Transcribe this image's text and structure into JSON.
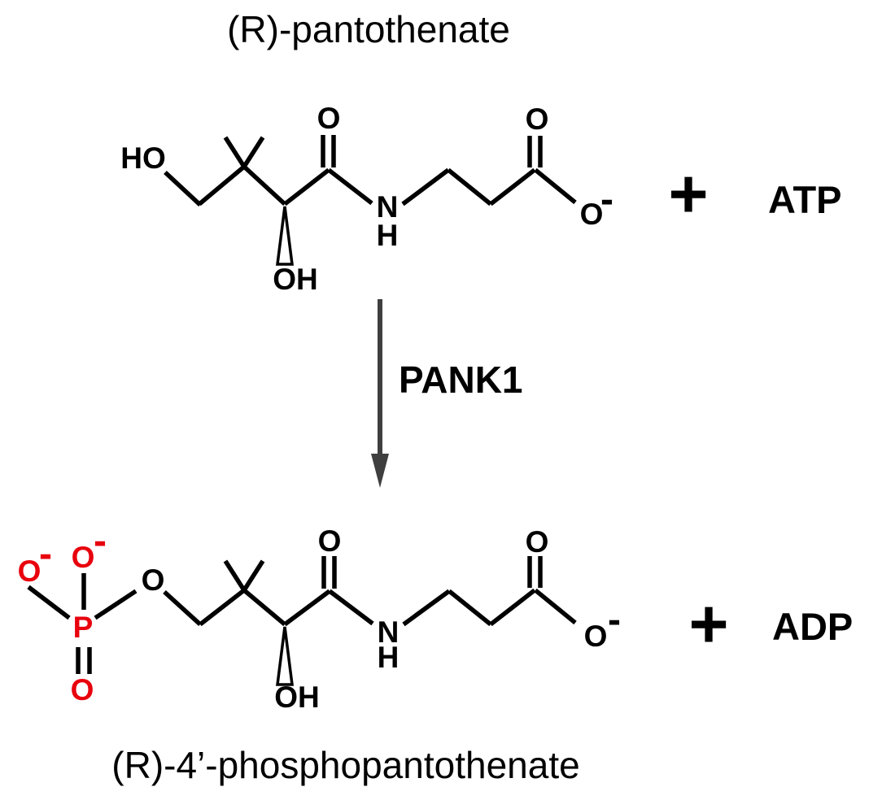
{
  "background": "#ffffff",
  "colors": {
    "bond_black": "#000000",
    "phosphate_red": "#e8000d",
    "arrow_gray": "#3f3f3f"
  },
  "reaction": {
    "substrate_label": "(R)-pantothenate",
    "product_label": "(R)-4’-phosphopantothenate",
    "enzyme_label": "PANK1",
    "plus_top": "+",
    "plus_bottom": "+",
    "cofactor_substrate": "ATP",
    "cofactor_product": "ADP"
  },
  "substrate_atoms": {
    "hydroxyl": "HO",
    "amide_oxygen": "O",
    "amide_nitrogen": "N",
    "amide_hydrogen": "H",
    "stereocenter_hydroxyl": "OH",
    "carboxylate_oxygen_double": "O",
    "carboxylate_oxygen": "O",
    "carboxylate_charge": "-"
  },
  "product_atoms": {
    "phosphate_oxygen_left": "O",
    "phosphate_oxygen_left_charge": "-",
    "phosphate_oxygen_top": "O",
    "phosphate_oxygen_top_charge": "-",
    "phosphorus": "P",
    "phosphate_oxygen_double": "O",
    "ester_oxygen": "O",
    "amide_oxygen": "O",
    "amide_nitrogen": "N",
    "amide_hydrogen": "H",
    "stereocenter_hydroxyl": "OH",
    "carboxylate_oxygen_double": "O",
    "carboxylate_oxygen": "O",
    "carboxylate_charge": "-"
  }
}
